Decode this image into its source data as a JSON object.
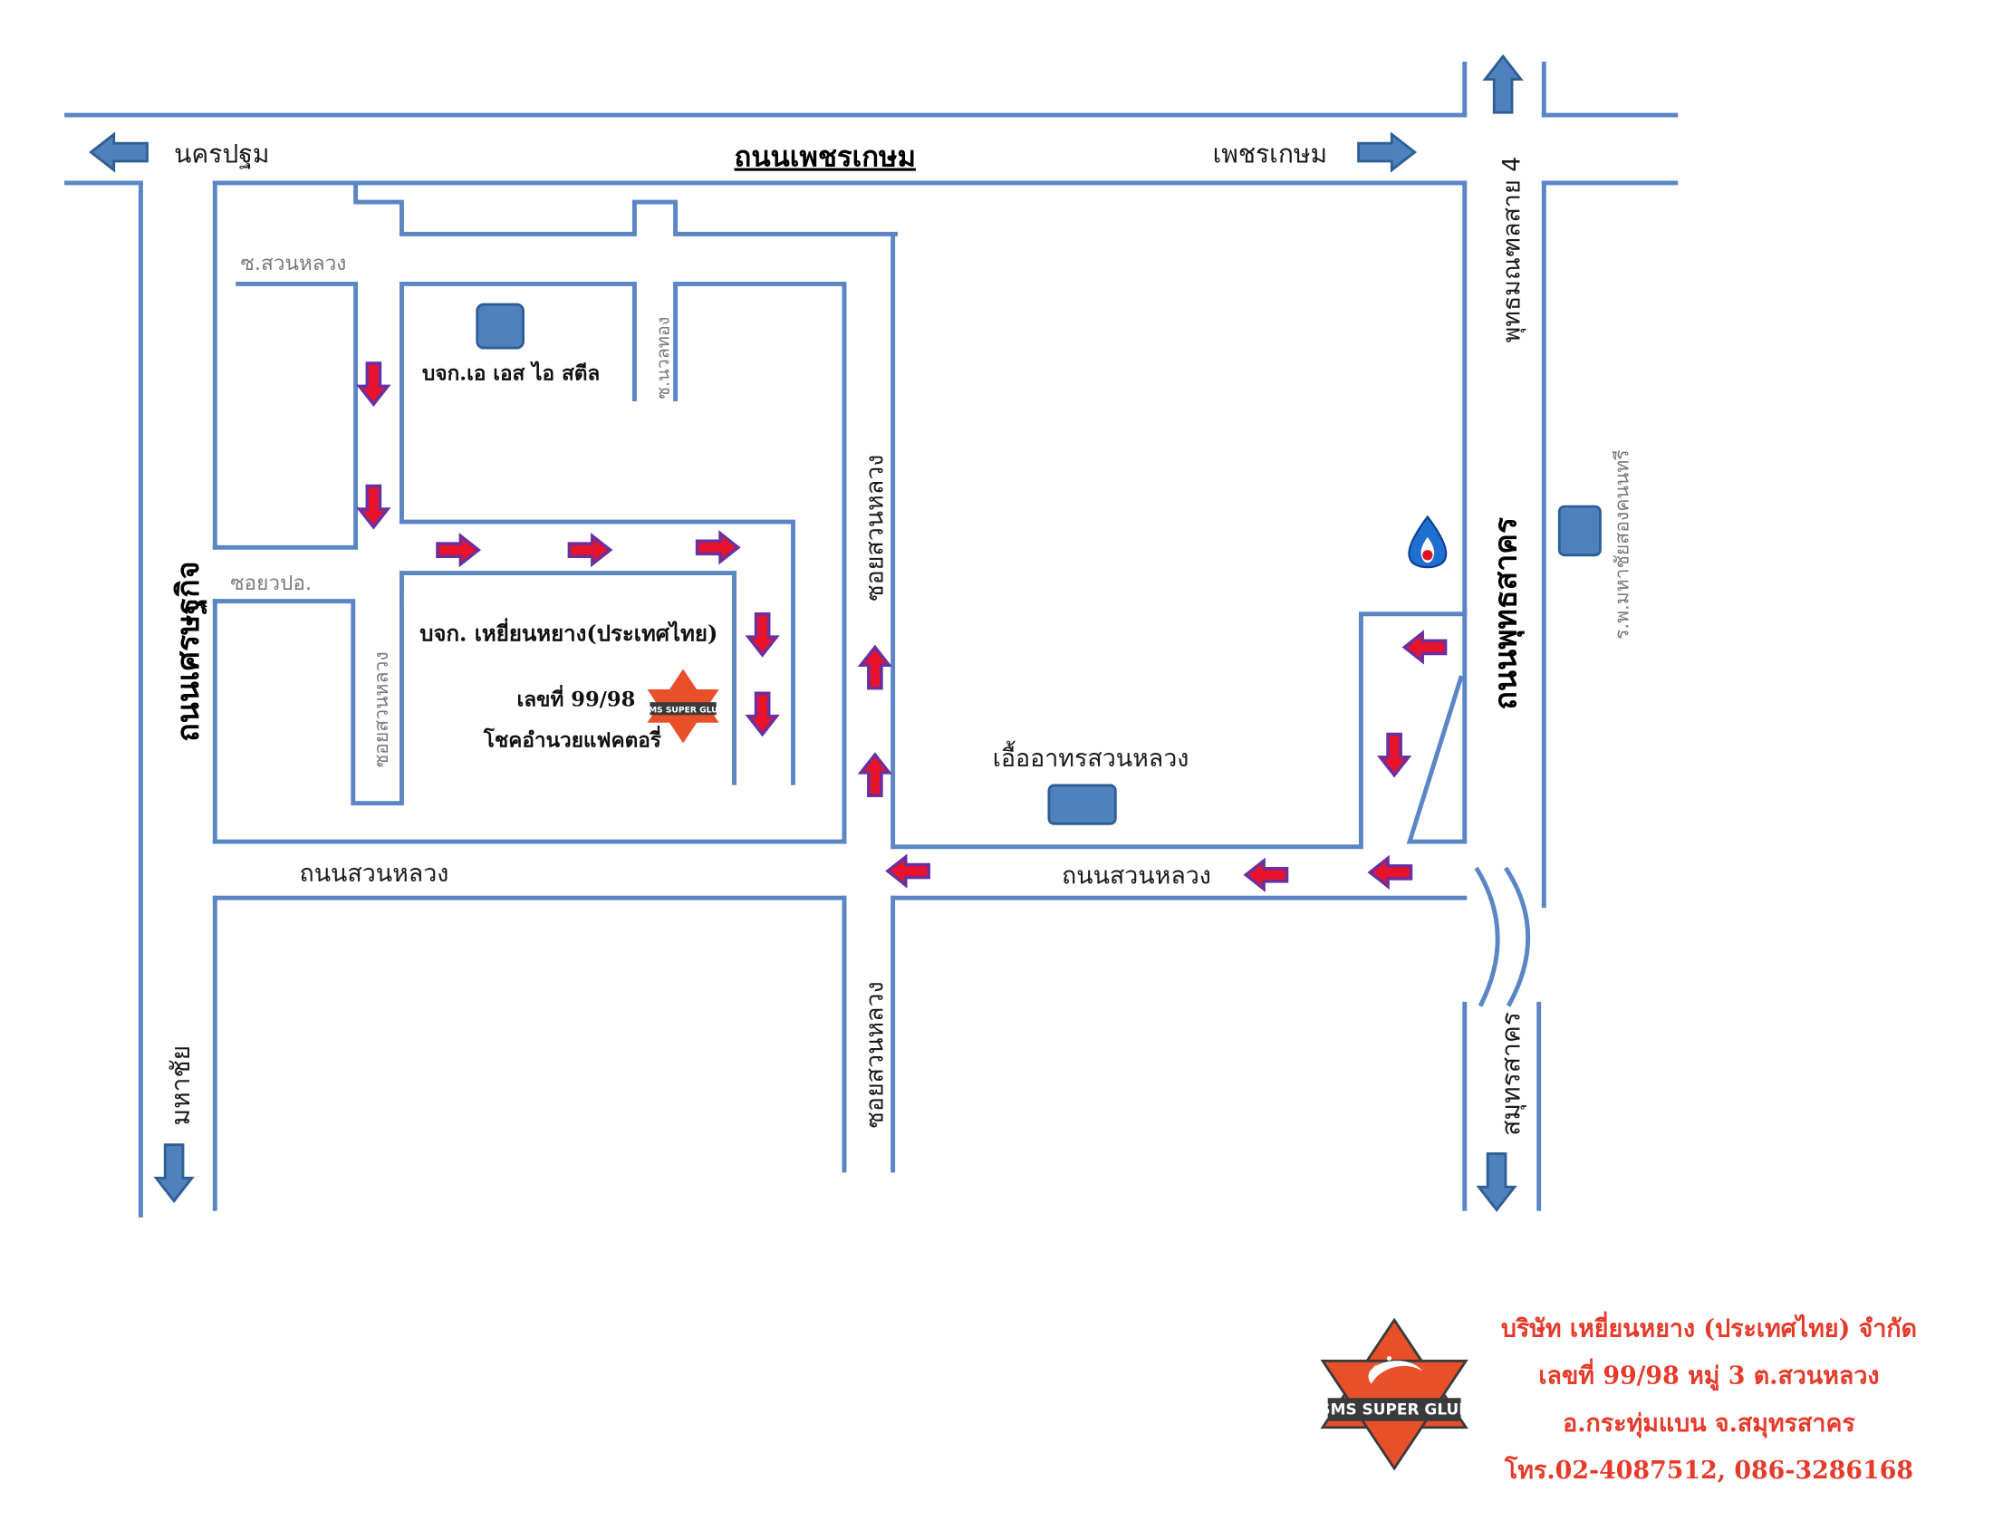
{
  "roads": {
    "phetkasem": "ถนนเพชรเกษม",
    "nakhon_pathom": "นครปฐม",
    "phetkasem_east": "เพชรเกษม",
    "setthakit": "ถนนเศรษฐกิจ",
    "mahachai": "มหาชัย",
    "phutthamonthon": "พุทธมณฑลสาย 4",
    "phutthasakhon": "ถนนพุทธสาคร",
    "samut_sakhon": "สมุทรสาคร",
    "soi_suan_luang_top": "ซ.สวนหลวง",
    "soi_yuapo": "ซอยวปอ.",
    "soi_suan_luang_small": "ซอยสวนหลวง",
    "soi_nuan_thong": "ซ.นวลทอง",
    "soi_suan_luang_mid": "ซอยสวนหลวง",
    "soi_suan_luang_bottom": "ซอยสวนหลวง",
    "suan_luang_road_west": "ถนนสวนหลวง",
    "suan_luang_road_east": "ถนนสวนหลวง"
  },
  "places": {
    "as_steel": "บจก.เอ เอส ไอ สตีล",
    "company_name": "บจก. เหยี่ยนหยาง(ประเทศไทย)",
    "company_number": "เลขที่ 99/98",
    "factory_area": "โชคอำนวยแฟคตอรี่",
    "market": "เอื้ออาทรสวนหลวง",
    "hospital": "ร.พ.มหาชัยสองคนนทรี"
  },
  "logo": {
    "text": "SMS SUPER GLUE",
    "color_orange": "#e8502a",
    "color_dark": "#3a3a3a"
  },
  "footer": {
    "line1": "บริษัท เหยี่ยนหยาง (ประเทศไทย) จำกัด",
    "line2": "เลขที่ 99/98 หมู่ 3  ต.สวนหลวง",
    "line3": "อ.กระทุ่มแบน  จ.สมุทรสาคร",
    "line4": "โทร.02-4087512, 086-3286168"
  },
  "colors": {
    "road": "#5b86c6",
    "blue_arrow": "#4f81bd",
    "red_arrow": "#e8132b",
    "purple_outline": "#6b2fa0",
    "footer_text": "#e63a2a"
  },
  "icons": [
    "arrow-left-icon",
    "arrow-right-icon",
    "arrow-up-icon",
    "arrow-down-icon",
    "gas-station-icon",
    "building-icon"
  ]
}
